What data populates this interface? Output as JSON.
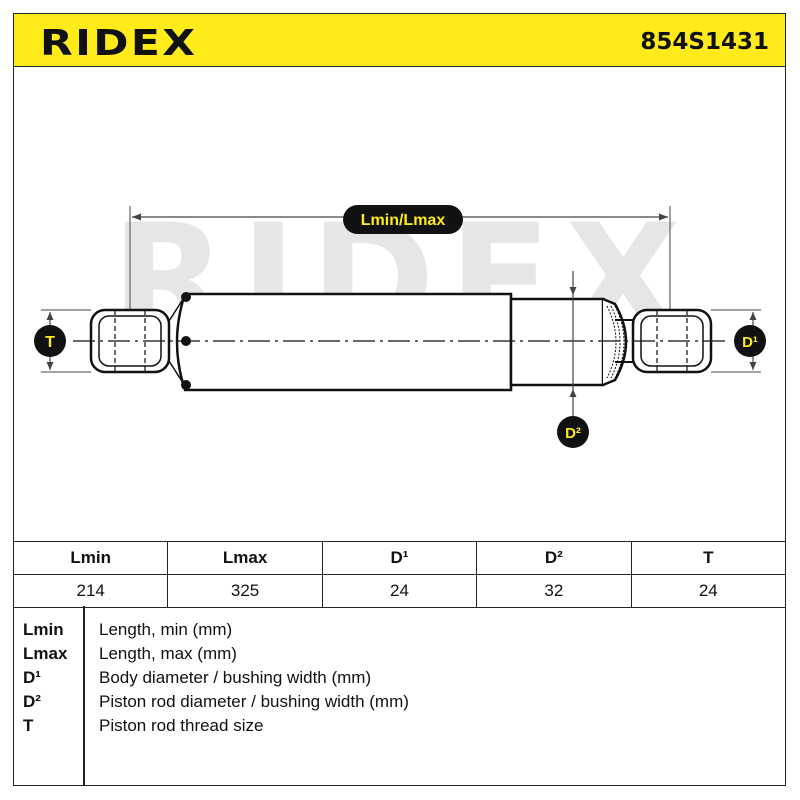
{
  "header": {
    "brand": "RIDEX",
    "part_number": "854S1431"
  },
  "diagram": {
    "watermark": "RIDEX",
    "labels": {
      "length": "Lmin/Lmax",
      "thread": "T",
      "d1": "D¹",
      "d2": "D²"
    }
  },
  "specs": {
    "headers": [
      "Lmin",
      "Lmax",
      "D¹",
      "D²",
      "T"
    ],
    "values": [
      "214",
      "325",
      "24",
      "32",
      "24"
    ]
  },
  "legend": [
    {
      "abbr": "Lmin",
      "desc": "Length, min (mm)"
    },
    {
      "abbr": "Lmax",
      "desc": "Length, max (mm)"
    },
    {
      "abbr": "D¹",
      "desc": "Body diameter / bushing width (mm)"
    },
    {
      "abbr": "D²",
      "desc": "Piston rod diameter / bushing width (mm)"
    },
    {
      "abbr": "T",
      "desc": "Piston rod thread size"
    }
  ]
}
